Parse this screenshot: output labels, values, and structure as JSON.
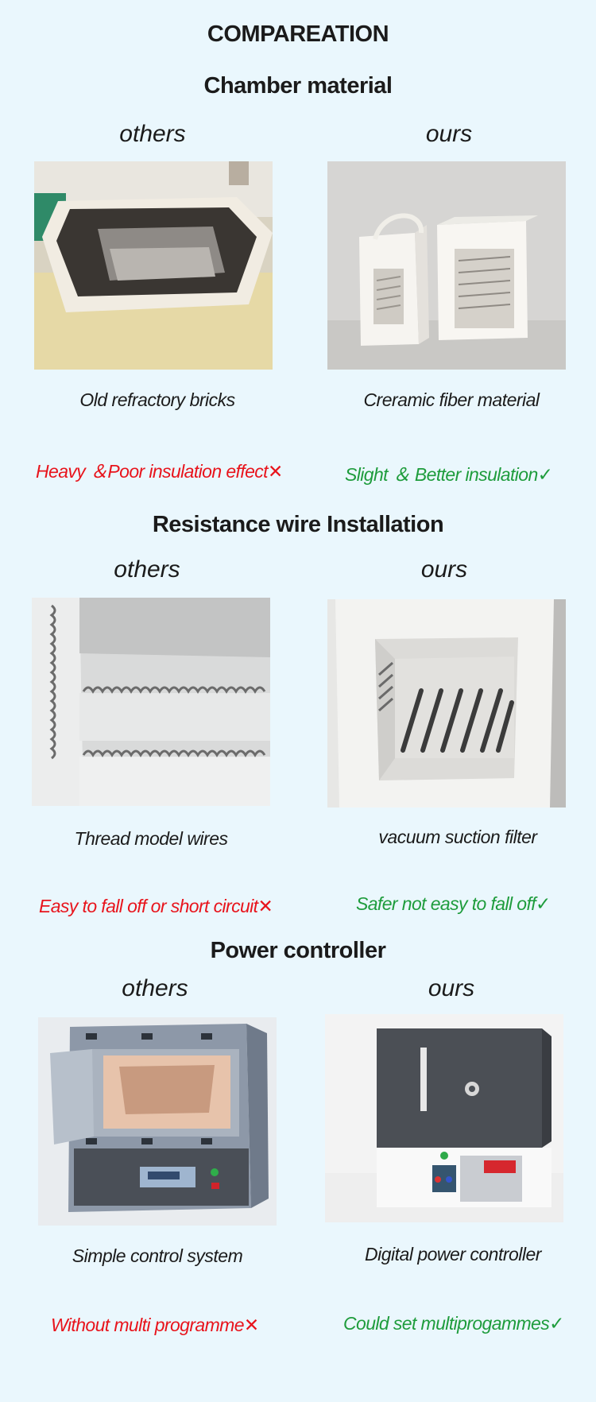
{
  "page_title": "COMPAREATION",
  "sections": [
    {
      "title": "Chamber material",
      "left_label": "others",
      "right_label": "ours",
      "left_caption": "Old refractory bricks",
      "right_caption": "Creramic fiber material",
      "left_verdict": "Heavy ＆Poor insulation effect✕",
      "right_verdict": "Slight ＆ Better insulation✓"
    },
    {
      "title": "Resistance wire Installation",
      "left_label": "others",
      "right_label": "ours",
      "left_caption": "Thread model wires",
      "right_caption": "vacuum suction filter",
      "left_verdict": "Easy to fall off or short circuit✕",
      "right_verdict": "Safer not easy to fall off✓"
    },
    {
      "title": "Power controller",
      "left_label": "others",
      "right_label": "ours",
      "left_caption": "Simple control system",
      "right_caption": "Digital power controller",
      "left_verdict": "Without  multi programme✕",
      "right_verdict": "Could set multiprogammes✓"
    }
  ],
  "colors": {
    "background": "#eaf7fd",
    "negative": "#e8141c",
    "positive": "#1e9c3c"
  }
}
